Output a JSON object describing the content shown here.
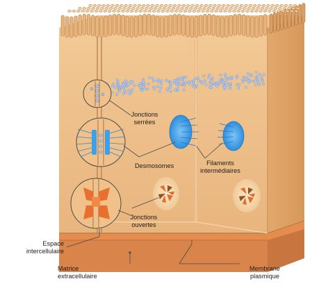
{
  "labels": {
    "tight_junctions": "Jonctions\nserrées",
    "desmosomes": "Desmosomes",
    "intermediate_filaments": "Filaments\nintermédiaires",
    "gap_junctions": "Jonctions\nouvertes",
    "intercellular_space": "Espace\nintercellulaire",
    "extracellular_matrix": "Matrice\nextracellulaire",
    "plasma_membrane": "Membrane\nplasmique"
  },
  "colors": {
    "cell_light": "#f0c48c",
    "cell_mid": "#e6a96b",
    "cell_dark": "#d99a5c",
    "microvilli": "#e8b47c",
    "membrane_line": "#9c6a3c",
    "matrix_top": "#e79555",
    "matrix_front": "#d8854b",
    "junction_bead": "#a9bfe3",
    "desmosome_blue": "#3da0e8",
    "gap_orange": "#e8702e",
    "gap_brown": "#8a5526",
    "callout_line": "#4a4a4a"
  }
}
